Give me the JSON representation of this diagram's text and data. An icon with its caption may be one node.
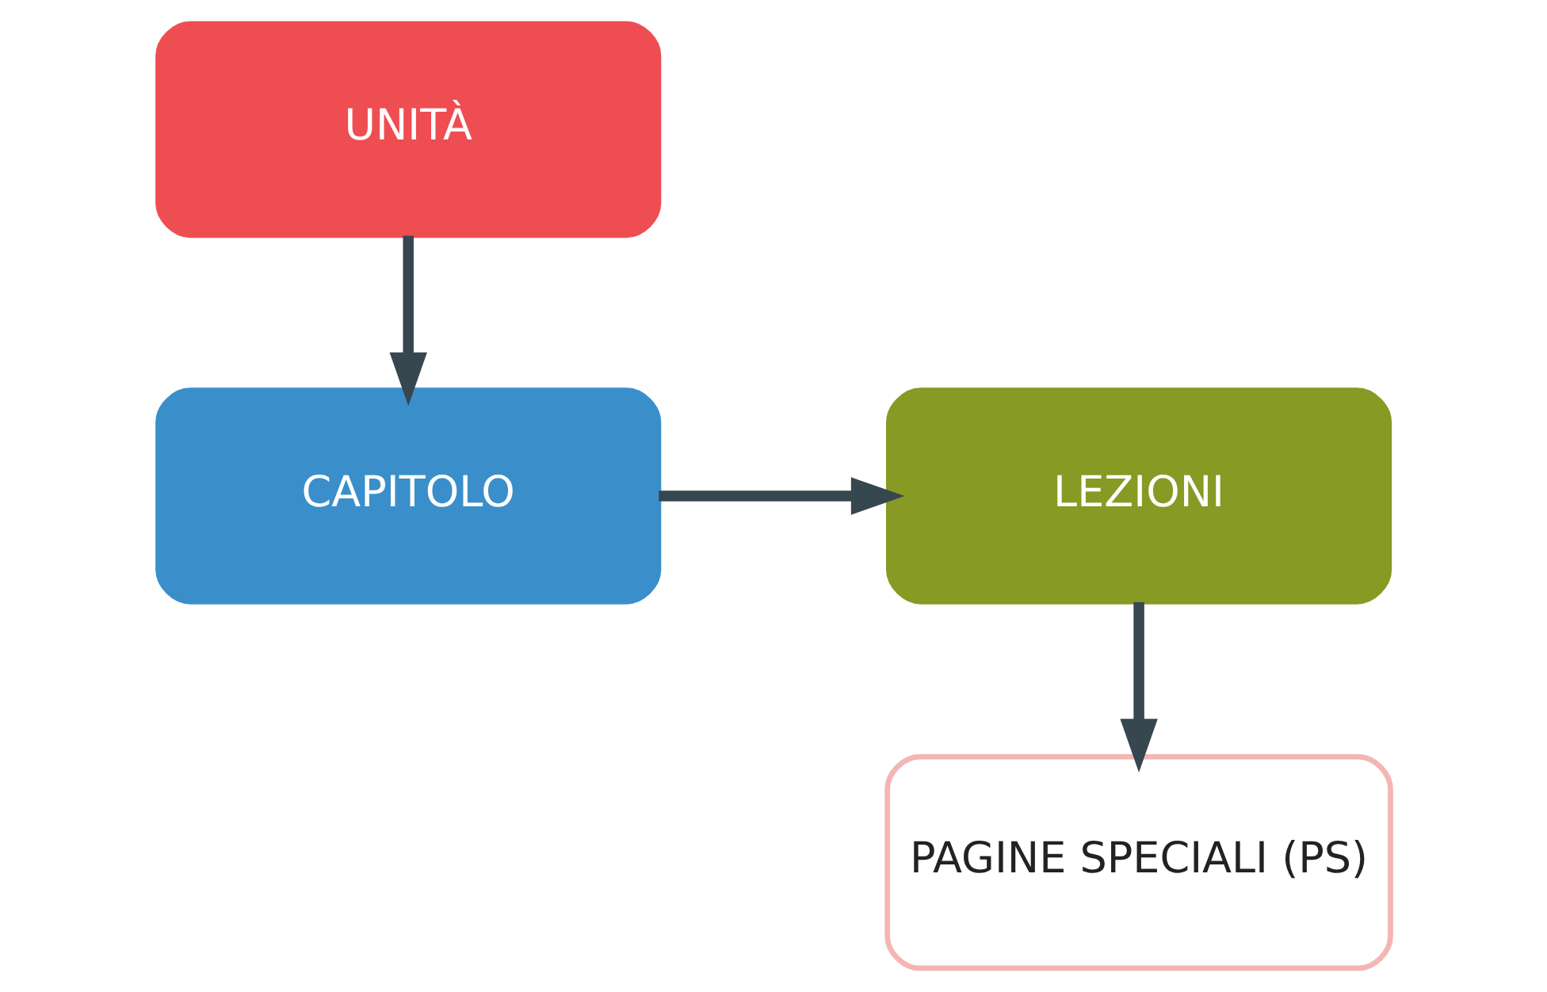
{
  "diagram": {
    "nodes": [
      {
        "text": [
          "UNITÀ"
        ]
      },
      {
        "text": [
          "CAPITOLO"
        ]
      },
      {
        "text": [
          "LEZIONI"
        ]
      },
      {
        "text": [
          "PAGINE SPECIALI (PS)"
        ]
      }
    ],
    "edges": [
      {
        "from": 0,
        "to": 1,
        "arrow": "to"
      },
      {
        "from": 1,
        "to": 2,
        "arrow": "to"
      },
      {
        "from": 2,
        "to": 3,
        "arrow": "to"
      }
    ]
  }
}
